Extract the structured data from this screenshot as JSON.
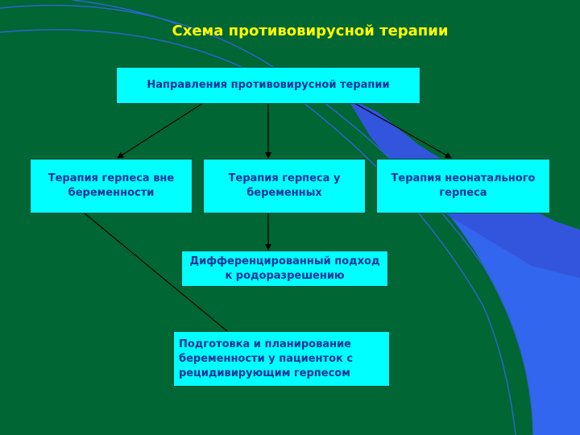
{
  "title": "Схема противовирусной терапии",
  "boxes": {
    "main": "Направления противовирусной терапии",
    "non_pregnant": "Терапия герпеса вне беременности",
    "pregnant": "Терапия  герпеса у беременных",
    "neonatal": "Терапия неонатального герпеса",
    "delivery": "Дифференцированный подход к родоразрешению",
    "planning": "Подготовка и планирование беременности у пациенток с рецидивирующим герпесом"
  },
  "colors": {
    "background": "#006633",
    "box_fill": "#00ffff",
    "box_text": "#003399",
    "title": "#ffff00",
    "accent": "#3366ff"
  }
}
